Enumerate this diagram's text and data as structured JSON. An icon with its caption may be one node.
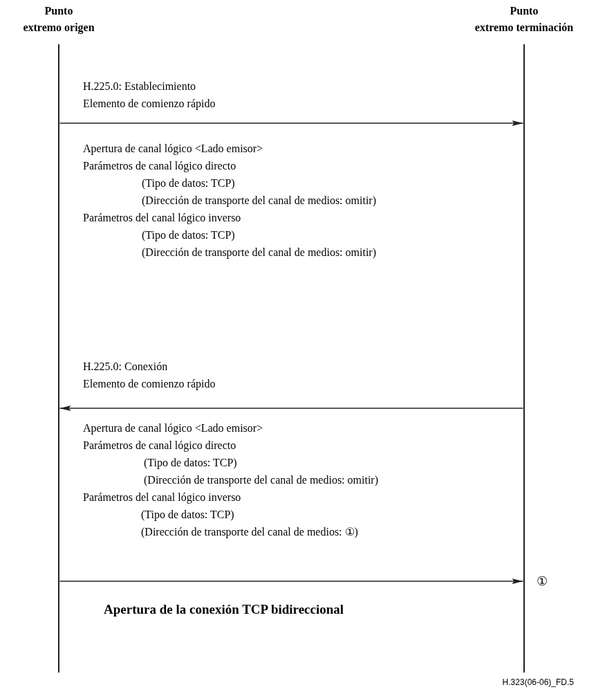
{
  "diagram": {
    "nodes": [
      {
        "text": [
          "Punto",
          "extremo origen"
        ]
      },
      {
        "text": [
          "Punto",
          "extremo terminación"
        ]
      },
      {
        "text": [],
        "shape": "bar"
      },
      {
        "text": [],
        "shape": "bar"
      }
    ],
    "edges": [
      {
        "from": 2,
        "to": 3,
        "arrow": "to"
      },
      {
        "from": 3,
        "to": 2,
        "arrow": "to"
      },
      {
        "from": 2,
        "to": 3,
        "arrow": "to"
      }
    ],
    "labels": [
      "H.225.0: Establecimiento",
      "Elemento de comienzo rápido",
      "Apertura de canal lógico <Lado emisor>",
      "Parámetros de canal lógico directo",
      "(Tipo de datos: TCP)",
      "(Dirección de transporte del canal de medios: omitir)",
      "Parámetros del canal lógico inverso",
      "(Tipo de datos: TCP)",
      "(Dirección de transporte del canal de medios: omitir)",
      "H.225.0: Conexión",
      "Elemento de comienzo rápido",
      "Apertura de canal lógico <Lado emisor>",
      "Parámetros de canal lógico directo",
      "(Tipo de datos: TCP)",
      "(Dirección de transporte del canal de medios: omitir)",
      "Parámetros del canal lógico inverso",
      "(Tipo de datos: TCP)",
      "(Dirección de transporte del canal de medios: ①)",
      "①",
      "Apertura de la conexión TCP bidireccional",
      "H.323(06-06)_FD.5"
    ]
  }
}
